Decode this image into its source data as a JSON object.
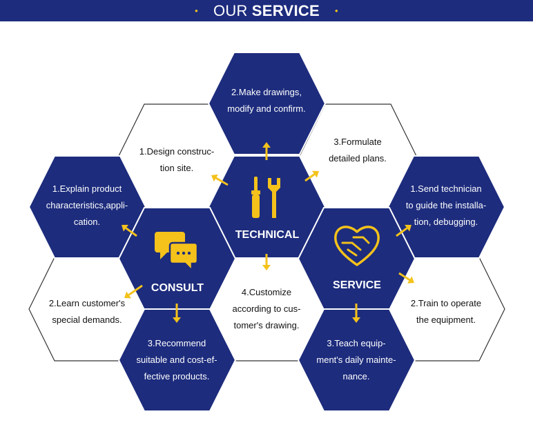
{
  "header": {
    "title_regular": "OUR",
    "title_bold": "SERVICE",
    "dot": "•"
  },
  "colors": {
    "navy": "#1d2c7d",
    "gold": "#f4c21b",
    "white": "#ffffff",
    "outline": "#333333"
  },
  "hubs": {
    "technical": "TECHNICAL",
    "consult": "CONSULT",
    "service": "SERVICE"
  },
  "items": {
    "make_drawings": "2.Make drawings,\nmodify and confirm.",
    "design_site": "1.Design construc-\ntion site.",
    "formulate_plans": "3.Formulate\ndetailed plans.",
    "explain_product": "1.Explain product\ncharacteristics,appli-\ncation.",
    "send_technician": "1.Send technician\nto guide the installa-\ntion, debugging.",
    "learn_demands": "2.Learn customer's\nspecial demands.",
    "customize": "4.Customize\naccording to cus-\ntomer's drawing.",
    "train": "2.Train to operate\nthe equipment.",
    "recommend": "3.Recommend\nsuitable and cost-ef-\nfective products.",
    "teach": "3.Teach equip-\nment's daily mainte-\nnance."
  },
  "icons": {
    "technical": "tools-icon",
    "consult": "chat-bubbles-icon",
    "service": "heart-handshake-icon"
  }
}
